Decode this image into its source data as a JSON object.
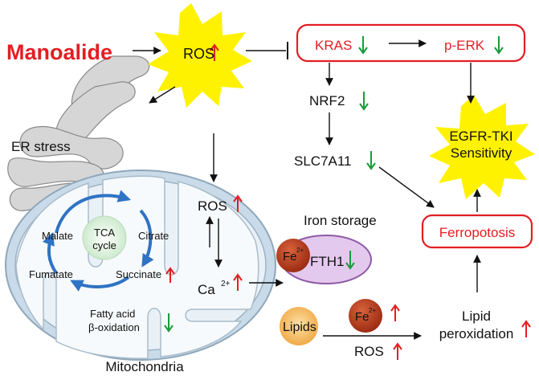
{
  "colors": {
    "red": "#e31e24",
    "green": "#1a9a3a",
    "yellow": "#fff200",
    "arrow_blue": "#2f73c4",
    "mito_blue": "#c9dbe8",
    "fth1_purple": "#e4c9ee",
    "fe_brown": "#b33a1c",
    "lipid_orange": "#f2b34e",
    "er_gray": "#cfcfcf",
    "tca_green": "#d8efd8"
  },
  "labels": {
    "manoalide": "Manoalide",
    "ros_main": "ROS",
    "kras": "KRAS",
    "perk": "p-ERK",
    "nrf2": "NRF2",
    "slc7a11": "SLC7A11",
    "egfr_line1": "EGFR-TKI",
    "egfr_line2": "Sensitivity",
    "er_stress": "ER stress",
    "ros_mito": "ROS",
    "ca": "Ca",
    "ca_sup": "2+",
    "iron_storage": "Iron storage",
    "fe": "Fe",
    "fe_sup": "2+",
    "fth1": "FTH1",
    "ferroptosis": "Ferropotosis",
    "lipids": "Lipids",
    "fe2": "Fe",
    "fe2_sup": "2+",
    "ros_lipid": "ROS",
    "lipid_perox_line1": "Lipid",
    "lipid_perox_line2": "peroxidation",
    "malate": "Malate",
    "citrate": "Citrate",
    "tca_line1": "TCA",
    "tca_line2": "cycle",
    "fumarate": "Fumatate",
    "succinate": "Succinate",
    "fatty_line1": "Fatty acid",
    "fatty_line2": "β-oxidation",
    "mitochondria": "Mitochondria"
  }
}
